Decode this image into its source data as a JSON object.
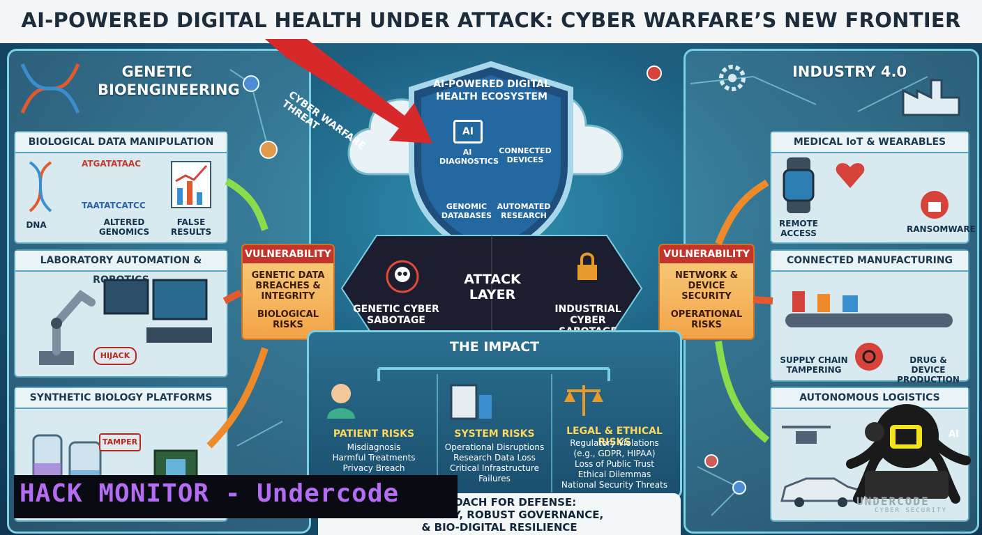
{
  "title": "AI-POWERED DIGITAL HEALTH UNDER ATTACK: CYBER WARFARE’S NEW FRONTIER",
  "left": {
    "heading": "GENETIC BIOENGINEERING",
    "cards": [
      {
        "title": "BIOLOGICAL DATA MANIPULATION",
        "labels": [
          "DNA",
          "ALTERED GENOMICS",
          "FALSE RESULTS"
        ],
        "seq_top": "ATGATATAAC",
        "seq_bottom": "TAATATCATCC"
      },
      {
        "title": "LABORATORY AUTOMATION & ROBOTICS",
        "tag": "HIJACK"
      },
      {
        "title": "SYNTHETIC BIOLOGY PLATFORMS",
        "tag": "TAMPER"
      }
    ]
  },
  "center": {
    "threat_label": "CYBER WARFARE THREAT",
    "shield_title": "AI-POWERED DIGITAL HEALTH ECOSYSTEM",
    "ai_icon_text": "AI",
    "shield_items": [
      "AI DIAGNOSTICS",
      "CONNECTED DEVICES",
      "GENOMIC DATABASES",
      "AUTOMATED RESEARCH"
    ],
    "attack_layer": "ATTACK LAYER",
    "attack_left": "GENETIC CYBER SABOTAGE",
    "attack_right": "INDUSTRIAL CYBER SABOTAGE"
  },
  "vulnerability_left": {
    "head": "VULNERABILITY",
    "lines": [
      "GENETIC DATA BREACHES & INTEGRITY",
      "BIOLOGICAL RISKS"
    ]
  },
  "vulnerability_right": {
    "head": "VULNERABILITY",
    "lines": [
      "NETWORK & DEVICE SECURITY",
      "OPERATIONAL RISKS"
    ]
  },
  "right": {
    "heading": "INDUSTRY 4.0",
    "cards": [
      {
        "title": "MEDICAL IoT & WEARABLES",
        "labels": [
          "REMOTE ACCESS",
          "RANSOMWARE"
        ]
      },
      {
        "title": "CONNECTED MANUFACTURING",
        "labels": [
          "SUPPLY CHAIN TAMPERING",
          "DRUG & DEVICE PRODUCTION"
        ]
      },
      {
        "title": "AUTONOMOUS LOGISTICS"
      }
    ]
  },
  "impact": {
    "heading": "THE IMPACT",
    "columns": [
      {
        "title": "PATIENT RISKS",
        "lines": [
          "Misdiagnosis",
          "Harmful Treatments",
          "Privacy Breach"
        ]
      },
      {
        "title": "SYSTEM RISKS",
        "lines": [
          "Operational Disruptions",
          "Research Data Loss",
          "Critical Infrastructure",
          "Failures"
        ]
      },
      {
        "title": "LEGAL & ETHICAL RISKS",
        "lines": [
          "Regulatory Violations",
          "(e.g., GDPR, HIPAA)",
          "Loss of Public Trust",
          "Ethical Dilemmas",
          "National Security Threats"
        ]
      }
    ]
  },
  "defense": {
    "line1": "APPROACH FOR DEFENSE:",
    "line2": "RSECURITY, ROBUST GOVERNANCE,",
    "line3": "& BIO-DIGITAL RESILIENCE"
  },
  "watermark": {
    "text": "HACK MONITOR - Undercode",
    "logo": "UNDERCODE",
    "logo_sub": "CYBER SECURITY",
    "logo_ai": "AI"
  },
  "colors": {
    "accent": "#7ad1e4",
    "threat": "#d8292a",
    "vuln_head": "#c3352b",
    "watermark": "#b46cf2"
  }
}
